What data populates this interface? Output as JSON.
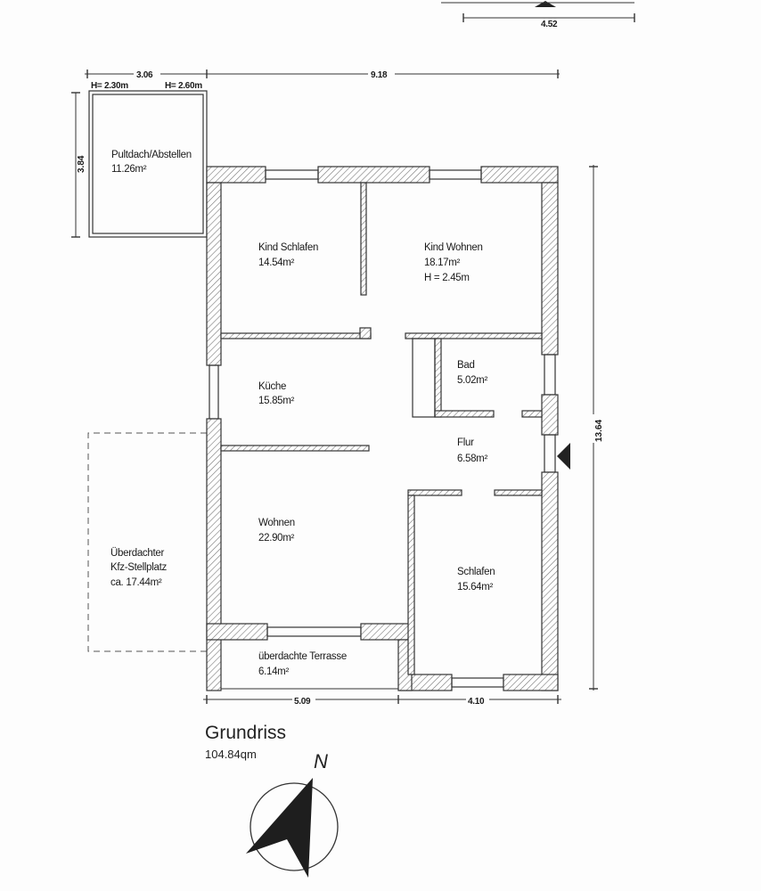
{
  "plan": {
    "title": "Grundriss",
    "total_area": "104.84qm",
    "north_label": "N"
  },
  "rooms": [
    {
      "id": "pultdach",
      "name": "Pultdach/Abstellen",
      "area": "11.26m²"
    },
    {
      "id": "kind-schlafen",
      "name": "Kind Schlafen",
      "area": "14.54m²"
    },
    {
      "id": "kind-wohnen",
      "name": "Kind Wohnen",
      "area": "18.17m²",
      "extra": "H = 2.45m"
    },
    {
      "id": "bad",
      "name": "Bad",
      "area": "5.02m²"
    },
    {
      "id": "kueche",
      "name": "Küche",
      "area": "15.85m²"
    },
    {
      "id": "flur",
      "name": "Flur",
      "area": "6.58m²"
    },
    {
      "id": "wohnen",
      "name": "Wohnen",
      "area": "22.90m²"
    },
    {
      "id": "schlafen",
      "name": "Schlafen",
      "area": "15.64m²"
    },
    {
      "id": "terrasse",
      "name": "überdachte Terrasse",
      "area": "6.14m²"
    },
    {
      "id": "stellplatz",
      "name_line1": "Überdachter",
      "name_line2": "Kfz-Stellplatz",
      "area": "ca. 17.44m²"
    }
  ],
  "dimensions": {
    "top_right_partial": "4.52",
    "top_left": "3.06",
    "height_left": "H= 2.30m",
    "height_right": "H= 2.60m",
    "top_main": "9.18",
    "left_annex": "3.84",
    "right_total": "13.64",
    "bottom_left": "5.09",
    "bottom_right": "4.10"
  }
}
